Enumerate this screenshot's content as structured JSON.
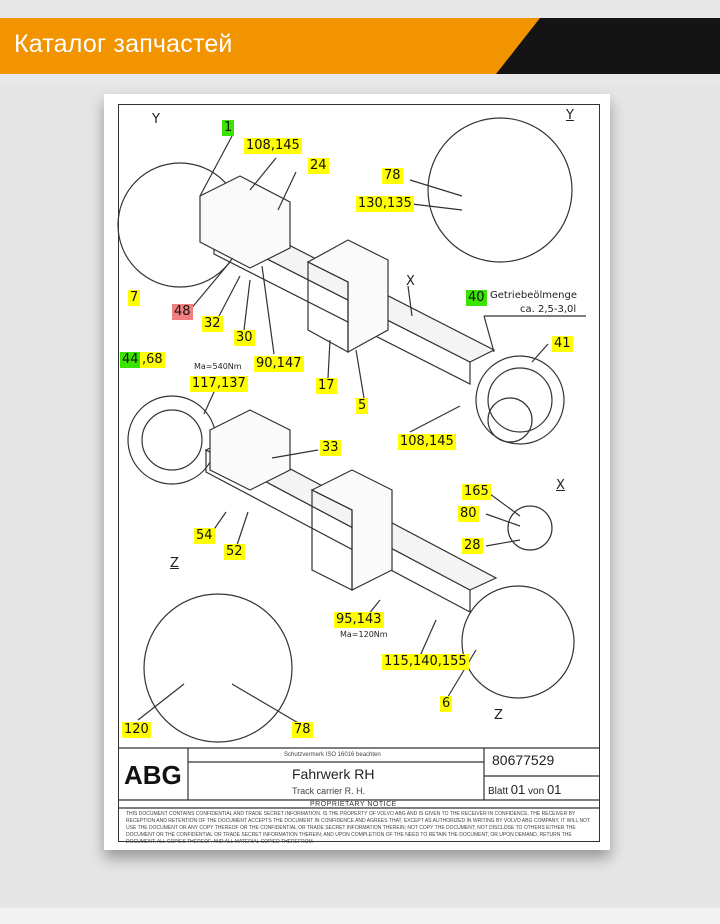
{
  "header": {
    "title": "Каталог запчастей"
  },
  "drawing": {
    "views": {
      "y_left": "Y",
      "y_right": "Y",
      "x_top": "X",
      "x_detail": "X",
      "z_left": "Z",
      "z_bottom": "Z"
    },
    "notes": {
      "oil_label": "Getriebeölmenge",
      "oil_amount": "ca. 2,5-3,0l",
      "torque_540": "Ma=540Nm",
      "torque_120": "Ma=120Nm"
    },
    "parts": {
      "p1": "1",
      "p108_145_top": "108,145",
      "p24": "24",
      "p78_top": "78",
      "p130_135": "130,135",
      "p7": "7",
      "p48": "48",
      "p32": "32",
      "p30": "30",
      "p90_147": "90,147",
      "p40": "40",
      "p41": "41",
      "p44": "44",
      "p68": ",68",
      "p117_137": "117,137",
      "p17": "17",
      "p5": "5",
      "p108_145_mid": "108,145",
      "p33": "33",
      "p165": "165",
      "p80": "80",
      "p28": "28",
      "p54": "54",
      "p52": "52",
      "p95_143": "95,143",
      "p115_140_155": "115,140,155",
      "p6": "6",
      "p120": "120",
      "p78_bottom": "78"
    }
  },
  "title_block": {
    "logo": "ABG",
    "top_note": "Schutzvermerk ISO 16016 beachten",
    "title": "Fahrwerk RH",
    "subtitle": "Track carrier R. H.",
    "doc_number": "80677529",
    "sheet_label": "Blatt",
    "sheet_no": "01",
    "of_label": "von",
    "sheet_total": "01",
    "proprietary": "PROPRIETARY NOTICE",
    "notice": "THIS DOCUMENT CONTAINS CONFIDENTIAL AND TRADE SECRET INFORMATION. IS THE PROPERTY OF VOLVO ABG AND IS GIVEN TO THE RECEIVER IN CONFIDENCE. THE RECEIVER BY RECEPTION AND RETENTION OF THE DOCUMENT ACCEPTS THE DOCUMENT IN CONFIDENCE AND AGREES THAT, EXCEPT AS AUTHORIZED IN WRITING BY VOLVO ABG COMPANY, IT WILL NOT USE THE DOCUMENT OR ANY COPY THEREOF OR THE CONFIDENTIAL OR TRADE SECRET INFORMATION THEREIN; NOT COPY THE DOCUMENT; NOT DISCLOSE TO OTHERS EITHER THE DOCUMENT OR THE CONFIDENTIAL OR TRADE SECRET INFORMATION THEREIN; AND UPON COMPLETION OF THE NEED TO RETAIN THE DOCUMENT, OR UPON DEMAND, RETURN THE DOCUMENT, ALL COPIES THEREOF, AND ALL MATERIAL COPIED THEREFROM."
  },
  "colors": {
    "accent": "#f29400",
    "label_yellow": "#ffff00",
    "label_green": "#39e500",
    "label_red": "#f08080"
  }
}
